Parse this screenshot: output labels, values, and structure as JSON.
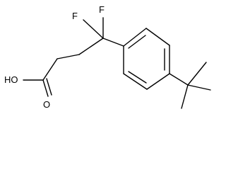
{
  "molecule": {
    "atoms": {
      "fluorine_top": "F",
      "fluorine_left": "F",
      "hydroxyl": "HO",
      "carbonyl_oxygen": "O"
    },
    "colors": {
      "bond": "#000000",
      "label": "#000000",
      "background": "#ffffff"
    }
  }
}
